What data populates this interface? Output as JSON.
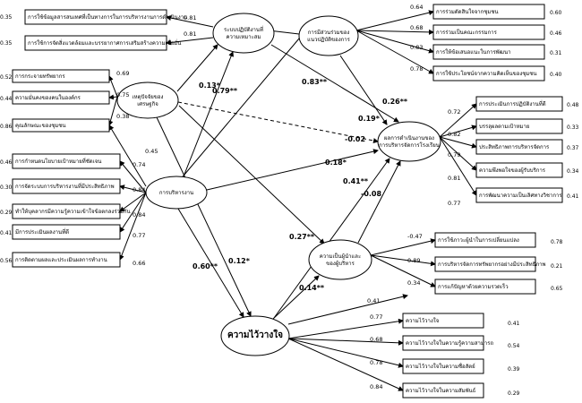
{
  "model": {
    "latent": {
      "system": [
        "ระบบปฏิบัติงานที่",
        "ความเหมาะสม"
      ],
      "econ": [
        "เหตุปัจจัยของ",
        "เศรษฐกิจ"
      ],
      "mgmt": "การบริหารงาน",
      "participation": [
        "การมีส่วนร่วมของ",
        "แนวปฏิบัติของการ"
      ],
      "outcome": [
        "ผลการดำเนินงานของ",
        "การบริหารจัดการโรงเรียน"
      ],
      "leadership": [
        "ความเป็นผู้นำและ",
        "ของผู้บริหาร"
      ],
      "trust": "ความไว้วางใจ"
    },
    "items": {
      "system": [
        "การใช้ข้อมูลสารสนเทศที่เป็นทางการในการบริหารงานการดำเนินงาน",
        "การใช้การจัดสิ่งแวดล้อมและบรรยากาศการเสริมสร้างความเชื่อมั่น"
      ],
      "econ": [
        "การกระจายทรัพยากร",
        "ความมั่นคงของคนในองค์กร",
        "คุณลักษณะของชุมชน"
      ],
      "mgmt": [
        "การกำหนดนโยบายเป้าหมายที่ชัดเจน",
        "การจัดระบบการบริหารงานที่มีประสิทธิภาพ",
        "ทำให้บุคลากรมีความรู้ความเข้าใจข้อตกลงร่วมกัน",
        "มีการประเมินผลงานที่ดี",
        "การติดตามผลและประเมินผลการทำงาน"
      ],
      "participation": [
        "การร่วมตัดสินใจจากชุมชน",
        "การร่วมเป็นคณะกรรมการ",
        "การให้ข้อเสนอแนะในการพัฒนา",
        "การใช้ประโยชน์จากความคิดเห็นของชุมชน"
      ],
      "outcome": [
        "การประเมินการปฏิบัติงานที่ดี",
        "บรรลุผลตามเป้าหมาย",
        "ประสิทธิภาพการบริหารจัดการ",
        "ความพึงพอใจของผู้รับบริการ",
        "การพัฒนาความเป็นเลิศทางวิชาการ"
      ],
      "leadership": [
        "การใช้ภาวะผู้นำในการเปลี่ยนแปลง",
        "การบริหารจัดการทรัพยากรอย่างมีประสิทธิภาพ",
        "การแก้ปัญหาด้วยความรวดเร็ว"
      ],
      "trust": [
        "ความไว้วางใจ",
        "ความไว้วางใจในความรู้ความสามารถ",
        "ความไว้วางใจในความซื่อสัตย์",
        "ความไว้วางใจในความสัมพันธ์"
      ]
    },
    "loadings": {
      "system": [
        "0.81",
        "0.81"
      ],
      "econ": [
        "0.69",
        "0.75",
        "0.38"
      ],
      "mgmt": [
        "0.45",
        "0.74",
        "0.84",
        "0.84",
        "0.77",
        "0.66"
      ],
      "participation": [
        "0.64",
        "0.68",
        "0.83",
        "0.78"
      ],
      "outcome": [
        "0.72",
        "0.82",
        "0.79",
        "0.81",
        "0.77"
      ],
      "leadership": [
        "-0.47",
        "0.89",
        "0.34"
      ],
      "trust": [
        "0.41",
        "0.77",
        "0.68",
        "0.78",
        "0.84"
      ]
    },
    "errors": {
      "system": [
        "0.35",
        "0.35"
      ],
      "econ": [
        "0.52",
        "0.44",
        "0.86"
      ],
      "mgmt": [
        "0.46",
        "0.30",
        "0.29",
        "0.41",
        "0.56"
      ],
      "participation": [
        "0.60",
        "0.46",
        "0.31",
        "0.40"
      ],
      "outcome": [
        "0.48",
        "0.33",
        "0.37",
        "0.34",
        "0.41"
      ],
      "leadership": [
        "0.78",
        "0.21",
        "0.65"
      ],
      "trust": [
        "0.41",
        "0.54",
        "0.39",
        "0.29"
      ]
    },
    "paths": {
      "econ_system": "0.13*",
      "mgmt_system": "0.79**",
      "mgmt_trust": "0.60**",
      "mgmt_outcome": "0.18*",
      "econ_trust": "0.12*",
      "econ_outcome_dashed": "-0.02",
      "participation_outcome": "0.19*",
      "system_participation_outcome": "0.26**",
      "system_outcome": "0.83**",
      "trust_outcome": "0.41**",
      "leadership_outcome": "-0.08",
      "trust_participation": "0.27**",
      "trust_leadership": "0.14**"
    }
  }
}
